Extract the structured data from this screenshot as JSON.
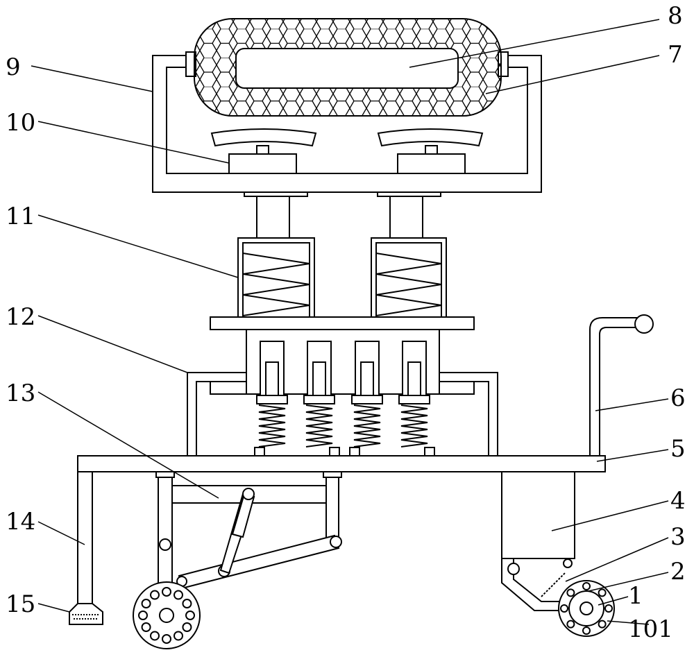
{
  "figure": {
    "labels": [
      {
        "id": "8",
        "text": "8"
      },
      {
        "id": "7",
        "text": "7"
      },
      {
        "id": "9",
        "text": "9"
      },
      {
        "id": "10",
        "text": "10"
      },
      {
        "id": "11",
        "text": "11"
      },
      {
        "id": "12",
        "text": "12"
      },
      {
        "id": "13",
        "text": "13"
      },
      {
        "id": "14",
        "text": "14"
      },
      {
        "id": "15",
        "text": "15"
      },
      {
        "id": "6",
        "text": "6"
      },
      {
        "id": "5",
        "text": "5"
      },
      {
        "id": "4",
        "text": "4"
      },
      {
        "id": "3",
        "text": "3"
      },
      {
        "id": "2",
        "text": "2"
      },
      {
        "id": "1",
        "text": "1"
      },
      {
        "id": "101",
        "text": "101"
      }
    ]
  }
}
